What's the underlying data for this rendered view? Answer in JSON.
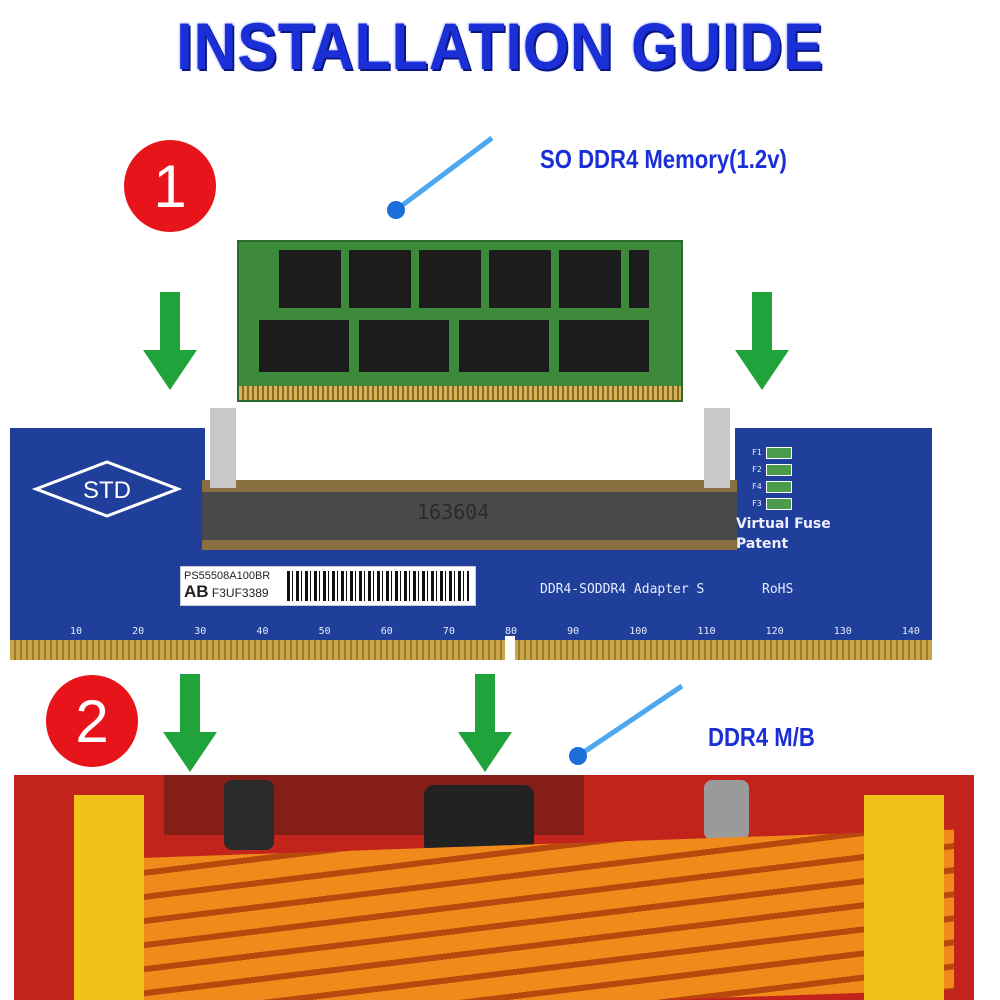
{
  "title": "INSTALLATION   GUIDE",
  "steps": [
    {
      "number": "1",
      "label": "SO DDR4 Memory(1.2v)"
    },
    {
      "number": "2",
      "label": "DDR4 M/B"
    }
  ],
  "adapter": {
    "logo": "STD",
    "connector_code": "163604",
    "sticker_line1": "PS55508A100BR",
    "sticker_line2_prefix": "AB",
    "sticker_line2": "F3UF3389",
    "model": "DDR4-SODDR4 Adapter S",
    "rohs": "RoHS",
    "feature_line1": "Virtual Fuse",
    "feature_line2": "Patent",
    "fuses": [
      "F1",
      "F2",
      "F4",
      "F3"
    ],
    "pin_marks": [
      "10",
      "20",
      "30",
      "40",
      "50",
      "60",
      "70",
      "80",
      "90",
      "100",
      "110",
      "120",
      "130",
      "140"
    ]
  },
  "colors": {
    "title": "#1a2fd6",
    "step_circle": "#e8141b",
    "arrow": "#1fa33a",
    "pcb": "#1f3f9a",
    "memory_pcb": "#3d8a3a",
    "motherboard": "#c2241c",
    "dimm_slot": "#f08a1a"
  }
}
